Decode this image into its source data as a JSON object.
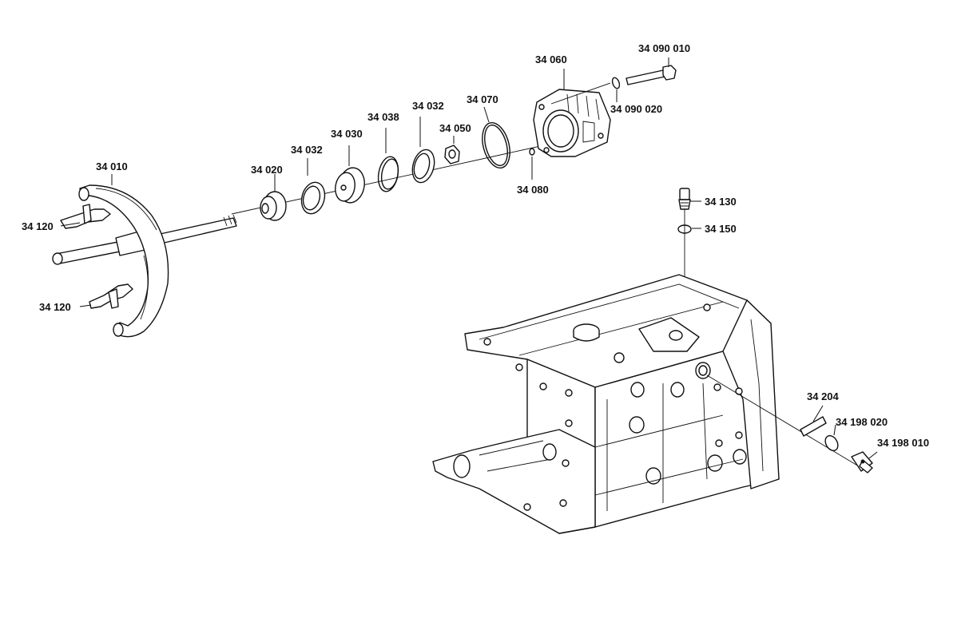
{
  "labels": {
    "l_34010": "34 010",
    "l_34120_a": "34 120",
    "l_34120_b": "34 120",
    "l_34020": "34 020",
    "l_34032_a": "34 032",
    "l_34030": "34 030",
    "l_34038": "34 038",
    "l_34032_b": "34 032",
    "l_34050": "34 050",
    "l_34070": "34 070",
    "l_34060": "34 060",
    "l_34080": "34 080",
    "l_34090010": "34 090 010",
    "l_34090020": "34 090 020",
    "l_34130": "34 130",
    "l_34150": "34 150",
    "l_34204": "34 204",
    "l_34198020": "34 198 020",
    "l_34198010": "34 198 010"
  }
}
